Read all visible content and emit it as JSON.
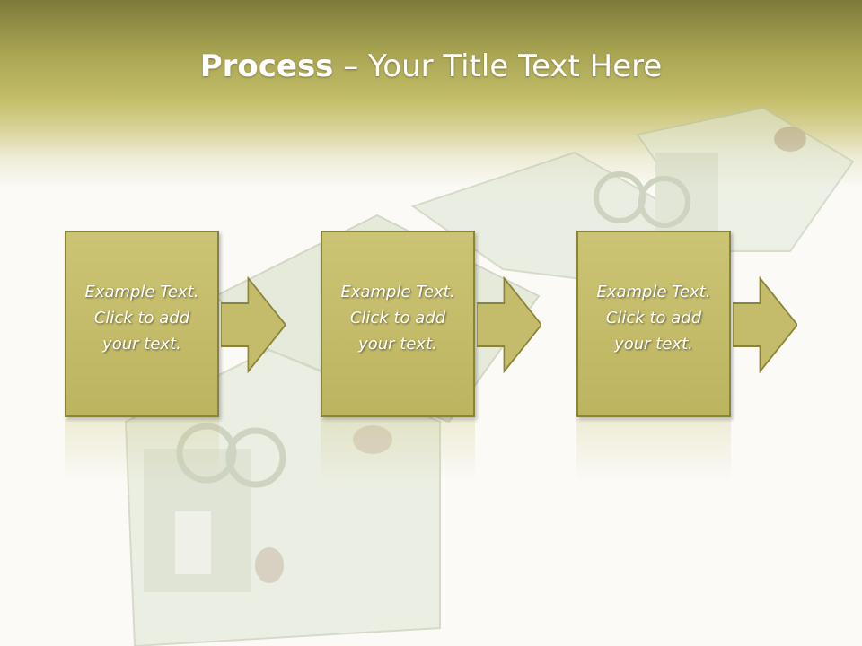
{
  "title": {
    "bold": "Process",
    "rest": " – Your Title Text Here"
  },
  "steps": [
    {
      "line1": "Example Text.",
      "line2": "Click  to add",
      "line3": "your text."
    },
    {
      "line1": "Example Text.",
      "line2": "Click  to add",
      "line3": "your text."
    },
    {
      "line1": "Example Text.",
      "line2": "Click  to add",
      "line3": "your text."
    }
  ],
  "colors": {
    "header_dark": "#7d7a3a",
    "header_light": "#c3bd68",
    "box_fill": "#c4bc6a",
    "box_border": "#8a8438",
    "text": "#ffffff"
  },
  "icons": [
    "arrow-right-icon",
    "euro-banknote-house-image"
  ]
}
